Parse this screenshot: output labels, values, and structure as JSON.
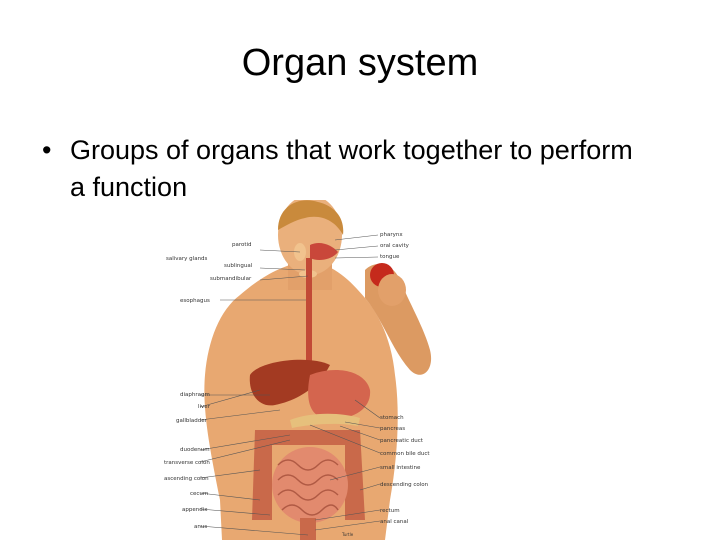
{
  "slide": {
    "title": "Organ system",
    "bullet_symbol": "•",
    "bullet_text": "Groups of organs that work together to perform a function"
  },
  "figure": {
    "labels_left": [
      "parotid",
      "salivary glands",
      "sublingual",
      "submandibular",
      "esophagus",
      "diaphragm",
      "liver",
      "gallbladder",
      "duodenum",
      "transverse colon",
      "ascending colon",
      "cecum",
      "appendix",
      "anus"
    ],
    "labels_right": [
      "pharynx",
      "oral cavity",
      "tongue",
      "stomach",
      "pancreas",
      "pancreatic duct",
      "common bile duct",
      "small intestine",
      "descending colon",
      "rectum",
      "anal canal"
    ],
    "credit": "Turtle",
    "colors": {
      "skin": "#e8a871",
      "hair": "#c98a3c",
      "liver": "#a33a22",
      "stomach": "#d4654e",
      "intestine": "#e28a6e",
      "colon": "#c9694a",
      "esophagus": "#c24a36"
    }
  }
}
